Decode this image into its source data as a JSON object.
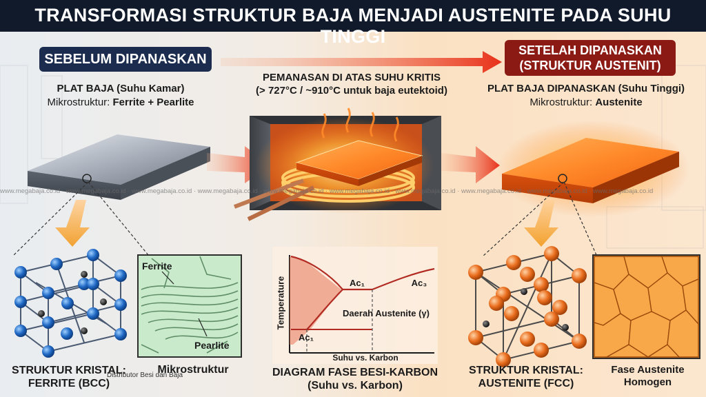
{
  "title": "TRANSFORMASI STRUKTUR BAJA MENJADI AUSTENITE PADA SUHU TINGGI",
  "before": {
    "badge": "SEBELUM DIPANASKAN",
    "plate_label": "PLAT BAJA (Suhu Kamar)",
    "micro_prefix": "Mikrostruktur:",
    "micro_value": "Ferrite + Pearlite",
    "crystal_label_1": "STRUKTUR KRISTAL:",
    "crystal_label_2": "FERRITE (BCC)",
    "micro_panel_label": "Mikrostruktur",
    "ferrite_text": "Ferrite",
    "pearlite_text": "Pearlite"
  },
  "heating": {
    "line1": "PEMANASAN DI ATAS SUHU KRITIS",
    "line2": "(> 727°C / ~910°C untuk baja eutektoid)"
  },
  "after": {
    "badge_1": "SETELAH DIPANASKAN",
    "badge_2": "(STRUKTUR AUSTENIT)",
    "plate_label": "PLAT BAJA DIPANASKAN (Suhu Tinggi)",
    "micro_prefix": "Mikrostruktur:",
    "micro_value": "Austenite",
    "crystal_label_1": "STRUKTUR KRISTAL:",
    "crystal_label_2": "AUSTENITE (FCC)",
    "phase_label_1": "Fase Austenite",
    "phase_label_2": "Homogen"
  },
  "diagram": {
    "y_label": "Temperature",
    "x_label": "Suhu vs. Karbon",
    "region": "Daerah Austenite (γ)",
    "ac1_top": "Ac₁",
    "ac3": "Ac₃",
    "ac1_bottom": "Ac₁",
    "caption_1": "DIAGRAM FASE BESI-KARBON",
    "caption_2": "(Suhu vs. Karbon)"
  },
  "watermark": "www.megabaja.co.id · www.megabaja.co.id · www.megabaja.co.id · www.megabaja.co.id · www.megabaja.co.id · www.megabaja.co.id · www.megabaja.co.id · www.megabaja.co.id · www.megabaja.co.id · www.megabaja.co.id",
  "footer_overlay": "Distributor Besi dan Baja",
  "colors": {
    "navy": "#1b2c4e",
    "red": "#8b1a14",
    "orange": "#f26a1b",
    "bcc_atom": "#1f68c4",
    "fcc_atom": "#e06a1a",
    "green_micro": "#bfe6c4"
  }
}
